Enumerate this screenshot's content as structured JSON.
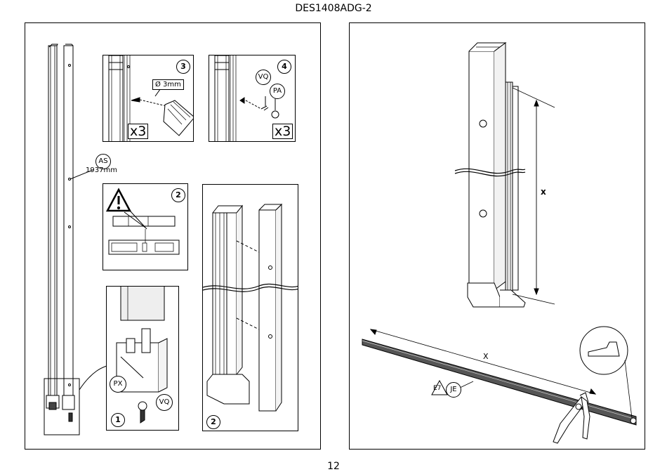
{
  "header": {
    "doc_code": "DES1408ADG-2"
  },
  "footer": {
    "page_number": "12"
  },
  "left_panel": {
    "profile_callout": "AS",
    "profile_length": "1937mm",
    "step1": {
      "number": "1",
      "callout_part": "PX",
      "callout_screw": "VQ"
    },
    "step2_warning": {
      "number": "2"
    },
    "step2_profiles": {
      "number": "2"
    },
    "step3": {
      "number": "3",
      "drill_label": "Ø 3mm",
      "quantity": "x3"
    },
    "step4": {
      "number": "4",
      "callout_screw": "VQ",
      "callout_cap": "PA",
      "quantity": "x3"
    }
  },
  "right_panel": {
    "dimension_vertical": "x",
    "dimension_strip": "X",
    "callout_left": "E7",
    "callout_right": "JE"
  }
}
